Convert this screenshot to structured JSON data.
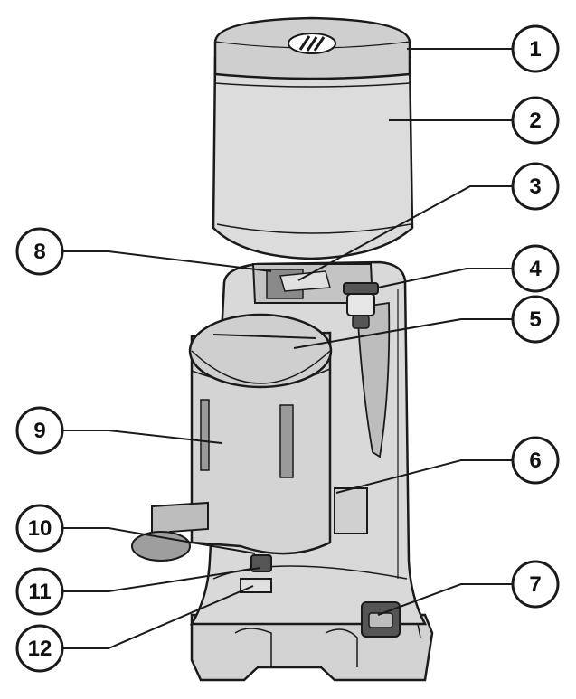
{
  "figure": {
    "colors": {
      "outline": "#1a1a1a",
      "body_fill": "#d9d9d9",
      "body_shade": "#bdbdbd",
      "hopper_fill": "#dcdcdc",
      "lid_fill": "#cfcfcf",
      "dark_part": "#555555",
      "callout_fill": "#ffffff"
    },
    "callouts": [
      {
        "label": "1"
      },
      {
        "label": "2"
      },
      {
        "label": "3"
      },
      {
        "label": "4"
      },
      {
        "label": "5"
      },
      {
        "label": "6"
      },
      {
        "label": "7"
      },
      {
        "label": "8"
      },
      {
        "label": "9"
      },
      {
        "label": "10"
      },
      {
        "label": "11"
      },
      {
        "label": "12"
      }
    ]
  }
}
